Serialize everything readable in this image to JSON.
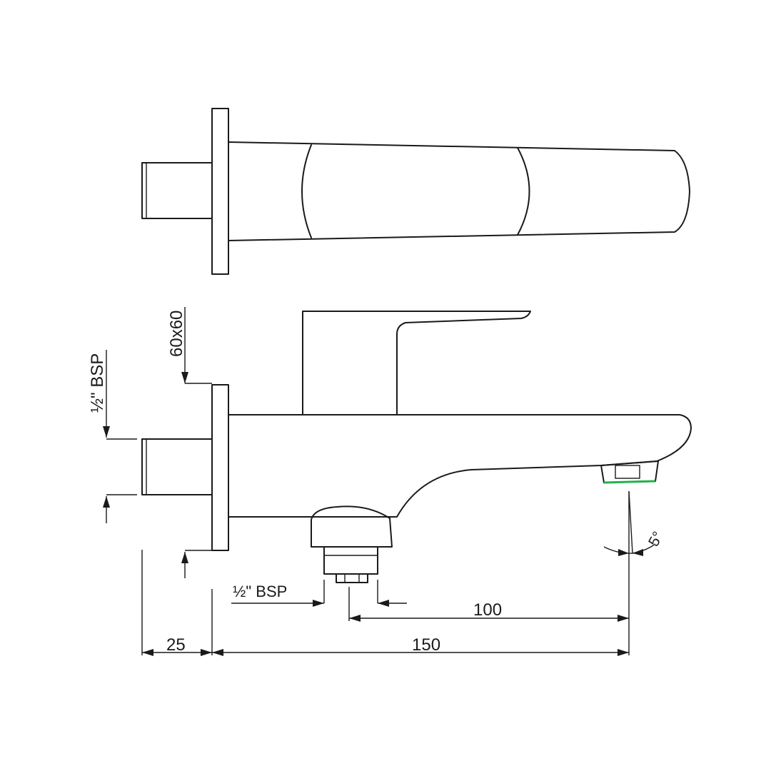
{
  "colors": {
    "line": "#1a1a1a",
    "background": "#ffffff",
    "aerator_highlight": "#22b14c"
  },
  "dimensions": {
    "plate_size": "60x60",
    "inlet_thread": "½\" BSP",
    "outlet_thread": "½\" BSP",
    "plate_offset": "25",
    "outlet_to_spout": "100",
    "overall_projection": "150",
    "spout_angle": "5°"
  }
}
